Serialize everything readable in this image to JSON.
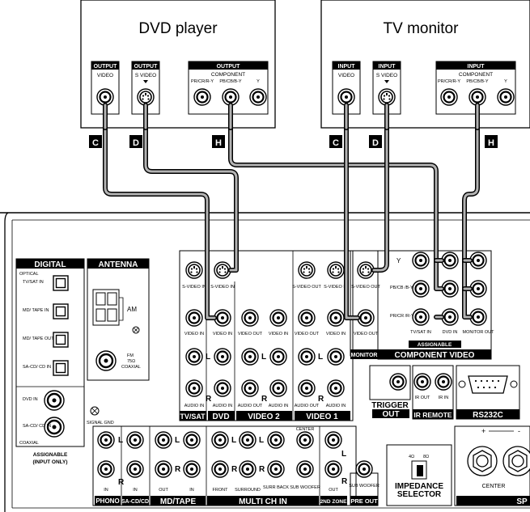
{
  "devices": {
    "dvd": {
      "title": "DVD player",
      "video_hdr": "OUTPUT",
      "video_lbl": "VIDEO",
      "svideo_hdr": "OUTPUT",
      "svideo_lbl": "S VIDEO",
      "comp_hdr": "OUTPUT",
      "comp_lbl": "COMPONENT",
      "comp_jacks": [
        "PR/CR/R-Y",
        "PB/CB/B-Y",
        "Y"
      ]
    },
    "tv": {
      "title": "TV monitor",
      "video_hdr": "INPUT",
      "video_lbl": "VIDEO",
      "svideo_hdr": "INPUT",
      "svideo_lbl": "S VIDEO",
      "comp_hdr": "INPUT",
      "comp_lbl": "COMPONENT",
      "comp_jacks": [
        "PR/CR/R-Y",
        "PB/CB/B-Y",
        "Y"
      ]
    }
  },
  "cable_tags": [
    "C",
    "D",
    "H",
    "C",
    "D",
    "H"
  ],
  "receiver": {
    "digital": {
      "title": "DIGITAL",
      "optical": "OPTICAL",
      "inputs": [
        "TV/SAT IN",
        "MD/ TAPE IN",
        "MD/ TAPE OUT",
        "SA-CD/ CD IN"
      ],
      "coax": [
        "DVD IN",
        "SA-CD/ CD IN"
      ],
      "coaxial": "COAXIAL",
      "assignable": "ASSIGNABLE",
      "input_only": "(INPUT ONLY)"
    },
    "antenna": {
      "title": "ANTENNA",
      "am": "AM",
      "fm": "FM",
      "ohm": "75Ω",
      "coaxial": "COAXIAL"
    },
    "signal_gnd": "SIGNAL GND",
    "video_sections": {
      "tvsat": "TV/SAT",
      "dvd": "DVD",
      "video2": "VIDEO 2",
      "video1": "VIDEO 1",
      "monitor": "MONITOR"
    },
    "jack_labels": {
      "svideo_in": "S-VIDEO IN",
      "svideo_out": "S-VIDEO OUT",
      "video_in": "VIDEO IN",
      "video_out": "VIDEO OUT",
      "audio_in": "AUDIO IN",
      "audio_out": "AUDIO OUT"
    },
    "component_video": {
      "title": "COMPONENT VIDEO",
      "y": "Y",
      "pb": "PB/CB /B-Y",
      "pr": "PR/CR /R-Y",
      "tvsat_in": "TV/SAT IN",
      "dvd_in": "DVD IN",
      "monitor_out": "MONITOR OUT",
      "assignable": "ASSIGNABLE"
    },
    "trigger": {
      "title": "TRIGGER",
      "out": "OUT"
    },
    "ir_remote": {
      "title": "IR REMOTE",
      "ir_out": "IR OUT",
      "ir_in": "IR IN"
    },
    "rs232c": "RS232C",
    "bottom_sections": {
      "phono": "PHONO",
      "sacd": "SA-CD/CD",
      "mdtape": "MD/TAPE",
      "multich": "MULTI CH IN",
      "zone2": "2ND ZONE",
      "preout": "PRE OUT"
    },
    "bottom_labels": {
      "in": "IN",
      "out": "OUT",
      "front": "FRONT",
      "surround": "SURROUND",
      "surr_back": "SURR BACK",
      "center": "CENTER",
      "sub_woofer": "SUB WOOFER",
      "sub_woofer2": "SUB WOOFER"
    },
    "impedance": {
      "title": "IMPEDANCE",
      "title2": "SELECTOR",
      "ohm4": "4Ω",
      "ohm8": "8Ω"
    },
    "speakers": {
      "center": "CENTER",
      "sp": "SP",
      "plus": "+",
      "minus": "-"
    }
  }
}
